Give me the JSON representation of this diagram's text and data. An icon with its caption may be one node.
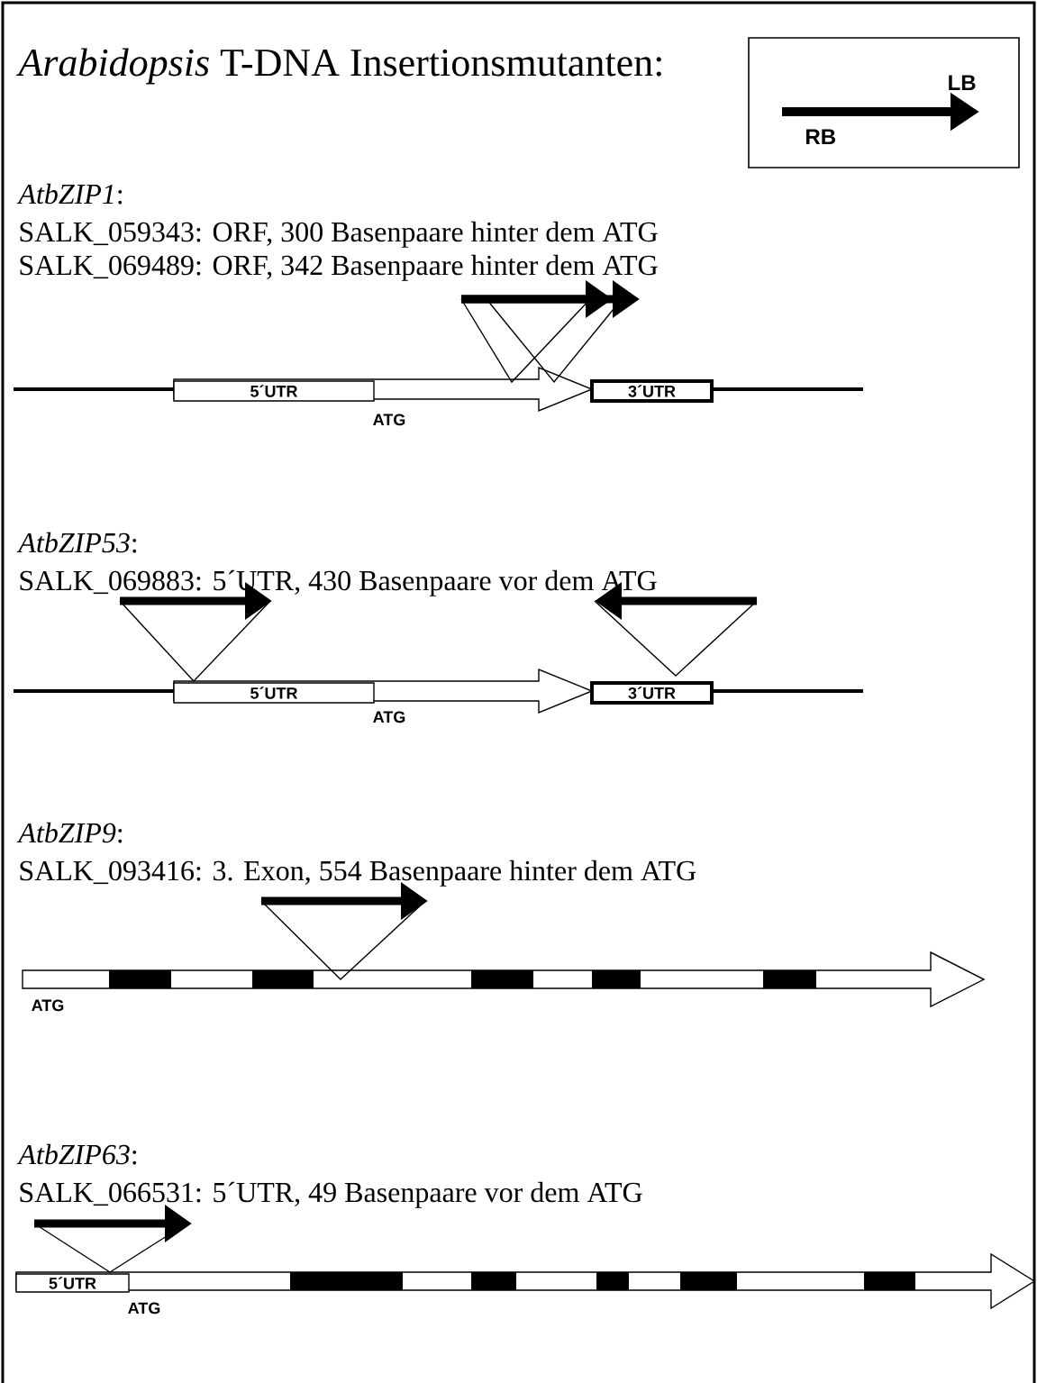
{
  "diagram": {
    "title": "*Arabidopsis* T-DNA Insertionsmutanten:",
    "nodes": [
      {
        "text": [],
        "shape": "picture"
      },
      {
        "text": [
          "5´UTR"
        ]
      },
      {
        "text": [
          "3´UTR"
        ]
      },
      {
        "text": [],
        "shape": "picture"
      },
      {
        "text": [],
        "shape": "picture"
      },
      {
        "text": [
          "5´UTR"
        ]
      },
      {
        "text": [
          "3´UTR"
        ]
      },
      {
        "text": [],
        "shape": "picture"
      },
      {
        "text": [],
        "shape": "picture"
      },
      {
        "text": [
          "5´UTR"
        ]
      }
    ],
    "labels": [
      "LB",
      "RB",
      "*AtbZIP1*:",
      "SALK_059343: ORF, 300 Basenpaare hinter dem ATG",
      "SALK_069489: ORF, 342 Basenpaare hinter dem ATG",
      "ATG",
      "*AtbZIP53*:",
      "SALK_069883: 5´UTR, 430 Basenpaare vor dem ATG",
      "ATG",
      "*AtbZIP9*:",
      "SALK_093416: 3. Exon, 554 Basenpaare hinter dem ATG",
      "ATG",
      "*AtbZIP63*:",
      "SALK_066531: 5´UTR, 49 Basenpaare vor dem ATG",
      "ATG"
    ]
  }
}
